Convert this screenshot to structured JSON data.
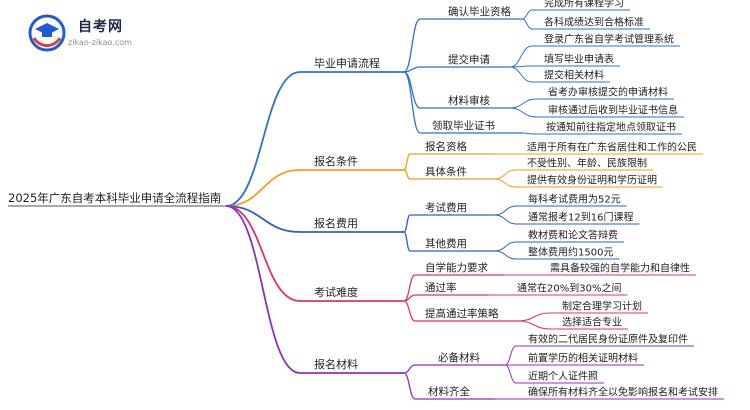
{
  "logo": {
    "title": "自考网",
    "url": "zikao-zikao.com"
  },
  "root": {
    "label": "2025年广东自考本科毕业申请全流程指南"
  },
  "colors": {
    "branch1": "#2f6fd8",
    "branch2": "#f0a01a",
    "branch3": "#2f5fcc",
    "branch4": "#e0306e",
    "branch5": "#8a2fd0",
    "logo_blue": "#1f5bd6",
    "logo_red": "#e23b3b"
  },
  "branches": [
    {
      "label": "毕业申请流程",
      "children": [
        {
          "label": "确认毕业资格",
          "leaves": [
            "完成所有课程学习",
            "各科成绩达到合格标准"
          ]
        },
        {
          "label": "提交申请",
          "leaves": [
            "登录广东省自学考试管理系统",
            "填写毕业申请表",
            "提交相关材料"
          ]
        },
        {
          "label": "材料审核",
          "leaves": [
            "省考办审核提交的申请材料",
            "审核通过后收到毕业证书信息"
          ]
        },
        {
          "label": "领取毕业证书",
          "leaves": [
            "按通知前往指定地点领取证书"
          ]
        }
      ]
    },
    {
      "label": "报名条件",
      "children": [
        {
          "label": "报名资格",
          "leaves": [
            "适用于所有在广东省居住和工作的公民"
          ]
        },
        {
          "label": "具体条件",
          "leaves": [
            "不受性别、年龄、民族限制",
            "提供有效身份证明和学历证明"
          ]
        }
      ]
    },
    {
      "label": "报名费用",
      "children": [
        {
          "label": "考试费用",
          "leaves": [
            "每科考试费用为52元",
            "通常报考12到16门课程"
          ]
        },
        {
          "label": "其他费用",
          "leaves": [
            "教材费和论文答辩费",
            "整体费用约1500元"
          ]
        }
      ]
    },
    {
      "label": "考试难度",
      "children": [
        {
          "label": "自学能力要求",
          "leaves": [
            "需具备较强的自学能力和自律性"
          ]
        },
        {
          "label": "通过率",
          "leaves": [
            "通常在20%到30%之间"
          ]
        },
        {
          "label": "提高通过率策略",
          "leaves": [
            "制定合理学习计划",
            "选择适合专业"
          ]
        }
      ]
    },
    {
      "label": "报名材料",
      "children": [
        {
          "label": "必备材料",
          "leaves": [
            "有效的二代居民身份证原件及复印件",
            "前置学历的相关证明材料",
            "近期个人证件照"
          ]
        },
        {
          "label": "材料齐全",
          "leaves": [
            "确保所有材料齐全以免影响报名和考试安排"
          ]
        }
      ]
    }
  ]
}
